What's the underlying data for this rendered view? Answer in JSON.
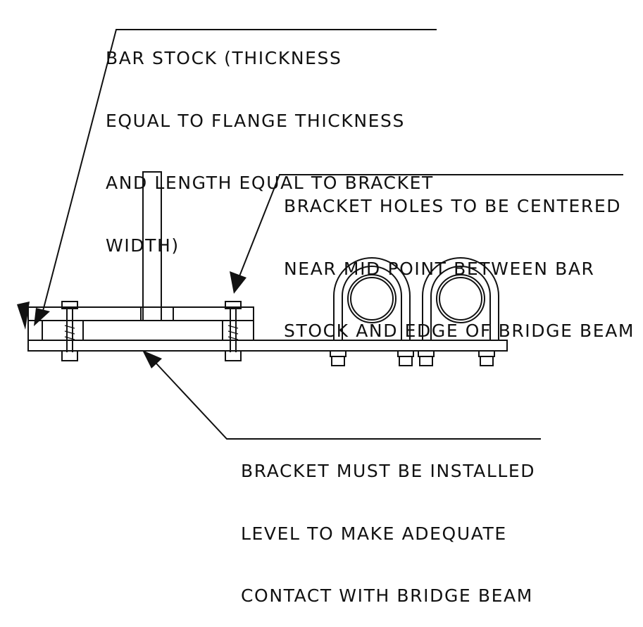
{
  "notes": {
    "bar_stock": {
      "lines": [
        "BAR STOCK (THICKNESS",
        "EQUAL TO FLANGE THICKNESS",
        "AND LENGTH EQUAL TO BRACKET",
        "WIDTH)"
      ]
    },
    "bracket_holes": {
      "lines": [
        "BRACKET HOLES TO BE CENTERED",
        "NEAR MID POINT BETWEEN BAR",
        "STOCK AND EDGE OF BRIDGE BEAM"
      ]
    },
    "bracket_level": {
      "lines": [
        "BRACKET MUST BE INSTALLED",
        "LEVEL TO MAKE ADEQUATE",
        "CONTACT WITH BRIDGE BEAM"
      ]
    }
  },
  "colors": {
    "ink": "#111111",
    "paper": "#ffffff"
  }
}
